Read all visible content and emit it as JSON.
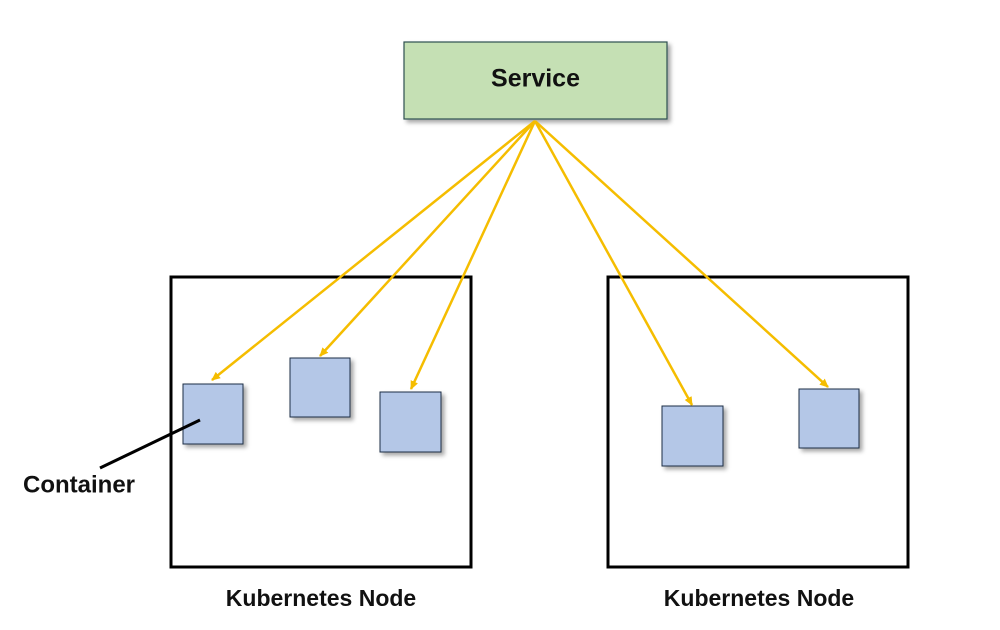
{
  "service": {
    "label": "Service"
  },
  "nodes": [
    {
      "label": "Kubernetes Node"
    },
    {
      "label": "Kubernetes Node"
    }
  ],
  "callout": {
    "label": "Container"
  },
  "colors": {
    "service_fill": "#c5e0b4",
    "service_border": "#2f4f4f",
    "container_fill": "#b4c7e7",
    "container_border": "#1f2d44",
    "arrow": "#f5bd00",
    "node_border": "#000000"
  }
}
